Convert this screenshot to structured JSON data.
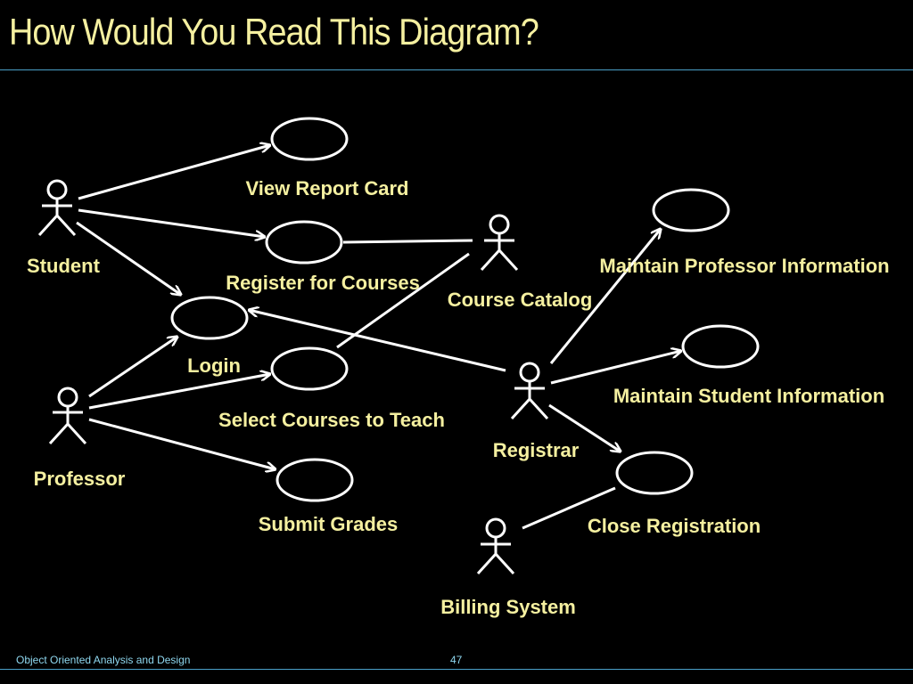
{
  "title": "How Would You Read This Diagram?",
  "footer": {
    "course": "Object Oriented Analysis and Design",
    "page": "47"
  },
  "colors": {
    "background": "#000000",
    "title": "#f5f0a0",
    "label": "#f5f0a0",
    "line": "#ffffff",
    "rule": "#4aa0c8",
    "footer": "#8fd8f0"
  },
  "actors": {
    "student": "Student",
    "professor": "Professor",
    "course_catalog": "Course Catalog",
    "registrar": "Registrar",
    "billing_system": "Billing System"
  },
  "use_cases": {
    "view_report_card": "View Report Card",
    "register_for_courses": "Register for Courses",
    "login": "Login",
    "select_courses_to_teach": "Select Courses to Teach",
    "submit_grades": "Submit Grades",
    "maintain_professor_information": "Maintain Professor Information",
    "maintain_student_information": "Maintain Student Information",
    "close_registration": "Close Registration"
  }
}
